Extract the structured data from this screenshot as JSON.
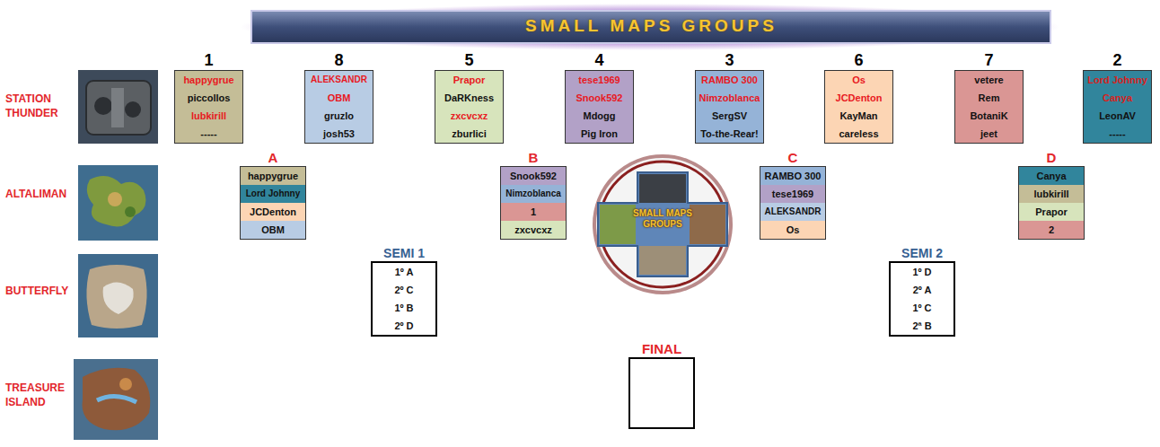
{
  "diagram": {
    "title": "SMALL MAPS GROUPS",
    "nodes": [
      {
        "text": [
          "1",
          "happygrue",
          "piccollos",
          "lubkirill",
          "-----"
        ]
      },
      {
        "text": [
          "8",
          "ALEKSANDR",
          "OBM",
          "gruzlo",
          "josh53"
        ]
      },
      {
        "text": [
          "5",
          "Prapor",
          "DaRKness",
          "zxcvcxz",
          "zburlici"
        ]
      },
      {
        "text": [
          "4",
          "tese1969",
          "Snook592",
          "Mdogg",
          "Pig Iron"
        ]
      },
      {
        "text": [
          "3",
          "RAMBO 300",
          "Nimzoblanca",
          "SergSV",
          "To-the-Rear!"
        ]
      },
      {
        "text": [
          "6",
          "Os",
          "JCDenton",
          "KayMan",
          "careless"
        ]
      },
      {
        "text": [
          "7",
          "vetere",
          "Rem",
          "BotaniK",
          "jeet"
        ]
      },
      {
        "text": [
          "2",
          "Lord Johnny",
          "Canya",
          "LeonAV",
          "-----"
        ]
      },
      {
        "text": [
          "A",
          "happygrue",
          "Lord Johnny",
          "JCDenton",
          "OBM"
        ]
      },
      {
        "text": [
          "B",
          "Snook592",
          "Nimzoblanca",
          "1",
          "zxcvcxz"
        ]
      },
      {
        "text": [
          "C",
          "RAMBO 300",
          "tese1969",
          "ALEKSANDR",
          "Os"
        ]
      },
      {
        "text": [
          "D",
          "Canya",
          "lubkirill",
          "Prapor",
          "2"
        ]
      },
      {
        "text": [
          "SEMI 1",
          "1º A",
          "2º C",
          "1º B",
          "2º D"
        ]
      },
      {
        "text": [
          "SEMI 2",
          "1º D",
          "2º A",
          "1º C",
          "2ª B"
        ]
      },
      {
        "text": [
          "FINAL"
        ]
      }
    ],
    "labels": [
      "STATION THUNDER",
      "ALTALIMAN",
      "BUTTERFLY",
      "TREASURE ISLAND",
      "SMALL MAPS GROUPS"
    ]
  }
}
